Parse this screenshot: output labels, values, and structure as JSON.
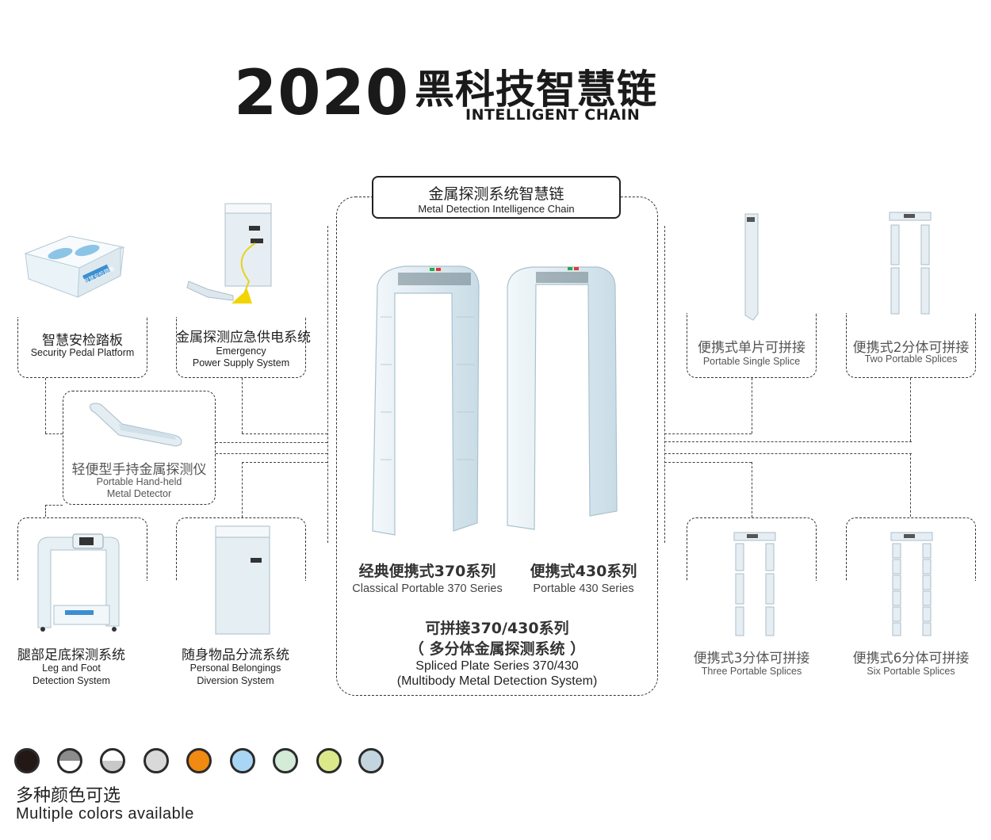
{
  "header": {
    "year": "2020",
    "dot": "·",
    "title_cn": "黑科技智慧链",
    "title_en": "INTELLIGENT CHAIN"
  },
  "center": {
    "title_cn": "金属探测系统智慧链",
    "title_en": "Metal Detection Intelligence Chain",
    "product_left_cn": "经典便携式370系列",
    "product_left_en": "Classical Portable 370 Series",
    "product_right_cn": "便携式430系列",
    "product_right_en": "Portable 430 Series",
    "bottom_cn_1": "可拼接370/430系列",
    "bottom_cn_2": "（ 多分体金属探测系统 ）",
    "bottom_en_1": "Spliced Plate Series  370/430",
    "bottom_en_2": "(Multibody Metal Detection System)"
  },
  "left_items": {
    "pedal_cn": "智慧安检踏板",
    "pedal_en": "Security Pedal Platform",
    "pedal_label": "智慧安检踏板",
    "power_cn": "金属探测应急供电系统",
    "power_en_1": "Emergency",
    "power_en_2": "Power Supply System",
    "handheld_cn": "轻便型手持金属探测仪",
    "handheld_en_1": "Portable Hand-held",
    "handheld_en_2": "Metal Detector",
    "leg_cn": "腿部足底探测系统",
    "leg_en_1": "Leg and Foot",
    "leg_en_2": "Detection System",
    "belong_cn": "随身物品分流系统",
    "belong_en_1": "Personal Belongings",
    "belong_en_2": "Diversion System"
  },
  "right_items": {
    "single_cn": "便携式单片可拼接",
    "single_en": "Portable Single Splice",
    "two_cn": "便携式2分体可拼接",
    "two_en": "Two Portable Splices",
    "three_cn": "便携式3分体可拼接",
    "three_en": "Three Portable Splices",
    "six_cn": "便携式6分体可拼接",
    "six_en": "Six Portable Splices"
  },
  "colors": {
    "label_cn": "多种颜色可选",
    "label_en": "Multiple colors available",
    "swatches": [
      "#231815",
      "half-grey",
      "half-lightgrey",
      "#d9d9d9",
      "#f08a12",
      "#a9d6f5",
      "#d3ebd7",
      "#dbe98a",
      "#c3d6e0"
    ]
  }
}
